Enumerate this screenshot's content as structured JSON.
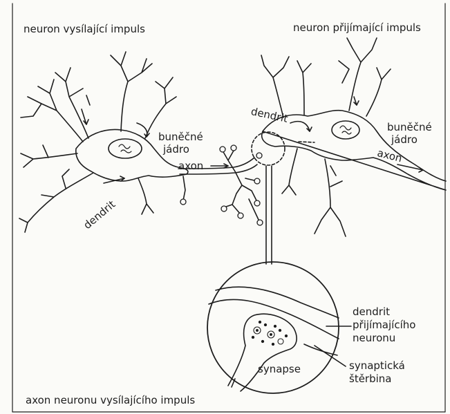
{
  "labels": {
    "sender_title": "neuron vysílající impuls",
    "receiver_title": "neuron přijímající impuls",
    "sender_dendrite": "dendrit",
    "sender_nucleus_1": "buněčné",
    "sender_nucleus_2": "jádro",
    "sender_axon": "axon",
    "receiver_dendrite": "dendrit",
    "receiver_nucleus_1": "buněčné",
    "receiver_nucleus_2": "jádro",
    "receiver_axon": "axon",
    "zoom_dendrite_1": "dendrit",
    "zoom_dendrite_2": "přijímajícího",
    "zoom_dendrite_3": "neuronu",
    "zoom_synapse": "synapse",
    "zoom_cleft_1": "synaptická",
    "zoom_cleft_2": "štěrbina",
    "bottom_axon": "axon neuronu vysílajícího impuls"
  },
  "colors": {
    "ink": "#1d1d1d",
    "paper": "#fbfbf8"
  }
}
